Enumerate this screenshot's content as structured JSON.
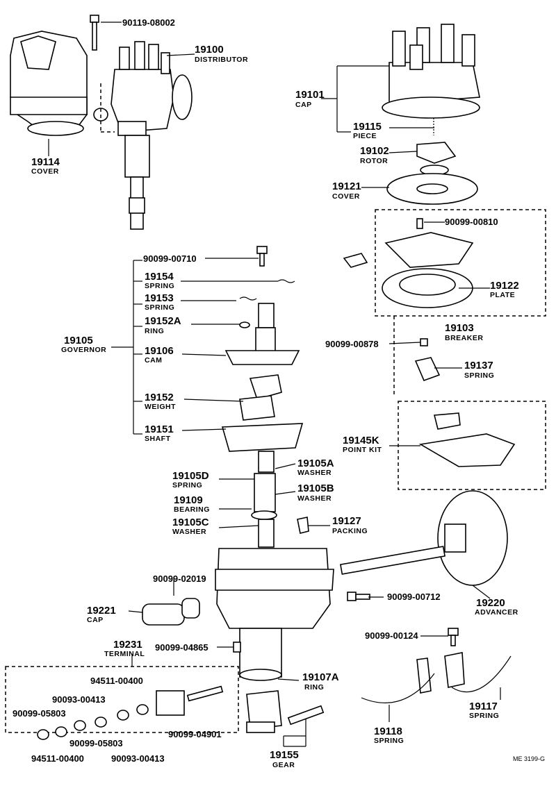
{
  "diagram_ref": "ME 3199-G",
  "callouts": [
    {
      "id": "c_90119_08002",
      "text": "90119-08002"
    },
    {
      "id": "c_19100",
      "number": "19100",
      "name": "DISTRIBUTOR"
    },
    {
      "id": "c_19114",
      "number": "19114",
      "name": "COVER"
    },
    {
      "id": "c_19101",
      "number": "19101",
      "name": "CAP"
    },
    {
      "id": "c_19115",
      "number": "19115",
      "name": "PIECE"
    },
    {
      "id": "c_19102",
      "number": "19102",
      "name": "ROTOR"
    },
    {
      "id": "c_19121",
      "number": "19121",
      "name": "COVER"
    },
    {
      "id": "c_90099_00810",
      "text": "90099-00810"
    },
    {
      "id": "c_19122",
      "number": "19122",
      "name": "PLATE"
    },
    {
      "id": "c_19103",
      "number": "19103",
      "name": "BREAKER"
    },
    {
      "id": "c_90099_00878",
      "text": "90099-00878"
    },
    {
      "id": "c_19137",
      "number": "19137",
      "name": "SPRING"
    },
    {
      "id": "c_19145K",
      "number": "19145K",
      "name": "POINT KIT"
    },
    {
      "id": "c_90099_00710",
      "text": "90099-00710"
    },
    {
      "id": "c_19154",
      "number": "19154",
      "name": "SPRING"
    },
    {
      "id": "c_19153",
      "number": "19153",
      "name": "SPRING"
    },
    {
      "id": "c_19152A",
      "number": "19152A",
      "name": "RING"
    },
    {
      "id": "c_19105",
      "number": "19105",
      "name": "GOVERNOR"
    },
    {
      "id": "c_19106",
      "number": "19106",
      "name": "CAM"
    },
    {
      "id": "c_19152",
      "number": "19152",
      "name": "WEIGHT"
    },
    {
      "id": "c_19151",
      "number": "19151",
      "name": "SHAFT"
    },
    {
      "id": "c_19105D",
      "number": "19105D",
      "name": "SPRING"
    },
    {
      "id": "c_19105A",
      "number": "19105A",
      "name": "WASHER"
    },
    {
      "id": "c_19109",
      "number": "19109",
      "name": "BEARING"
    },
    {
      "id": "c_19105B",
      "number": "19105B",
      "name": "WASHER"
    },
    {
      "id": "c_19105C",
      "number": "19105C",
      "name": "WASHER"
    },
    {
      "id": "c_19127",
      "number": "19127",
      "name": "PACKING"
    },
    {
      "id": "c_90099_02019",
      "text": "90099-02019"
    },
    {
      "id": "c_19221",
      "number": "19221",
      "name": "CAP"
    },
    {
      "id": "c_90099_00712",
      "text": "90099-00712"
    },
    {
      "id": "c_19220",
      "number": "19220",
      "name": "ADVANCER"
    },
    {
      "id": "c_19231",
      "number": "19231",
      "name": "TERMINAL"
    },
    {
      "id": "c_90099_04865",
      "text": "90099-04865"
    },
    {
      "id": "c_90099_00124",
      "text": "90099-00124"
    },
    {
      "id": "c_19107A",
      "number": "19107A",
      "name": "RING"
    },
    {
      "id": "c_94511_00400a",
      "text": "94511-00400"
    },
    {
      "id": "c_90093_00413a",
      "text": "90093-00413"
    },
    {
      "id": "c_90099_05803a",
      "text": "90099-05803"
    },
    {
      "id": "c_90099_05803b",
      "text": "90099-05803"
    },
    {
      "id": "c_90099_04901",
      "text": "90099-04901"
    },
    {
      "id": "c_94511_00400b",
      "text": "94511-00400"
    },
    {
      "id": "c_90093_00413b",
      "text": "90093-00413"
    },
    {
      "id": "c_19117",
      "number": "19117",
      "name": "SPRING"
    },
    {
      "id": "c_19118",
      "number": "19118",
      "name": "SPRING"
    },
    {
      "id": "c_19155",
      "number": "19155",
      "name": "GEAR"
    }
  ]
}
